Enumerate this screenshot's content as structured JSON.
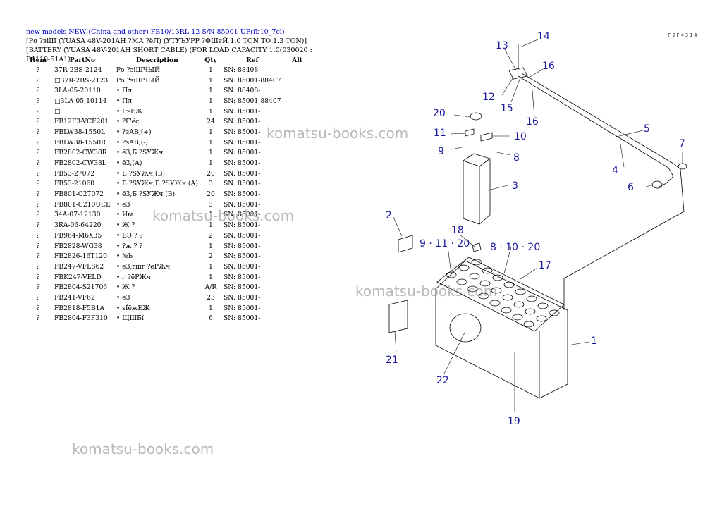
{
  "breadcrumb": {
    "link1": "new models",
    "link2": "NEW (China and other)",
    "link3": "FB10/13RL-12 S/N 85001-UP(fb10_7cl)"
  },
  "title": "[Ро ?зіШ (YUASA 48V-201AH ?МА ?ёЛ) (УТУЪУРР ?ФШєЙ 1.0 TON TO 1.3 TON)][BATTERY (YUASA 48V-201AH SHORT CABLE) (FOR LOAD CAPACITY 1.0(030020 : E4110-51A1)",
  "columns": [
    "Item",
    "PartNo",
    "Description",
    "Qty",
    "Ref",
    "Alt"
  ],
  "rows": [
    {
      "item": "?",
      "part": "37R-2BS-2124",
      "desc": "Ро ?зіШЧЫЙ",
      "qty": "1",
      "ref": "SN: 88408-",
      "alt": ""
    },
    {
      "item": "?",
      "part": "□37R-2BS-2123",
      "desc": "Ро ?зіШЧЫЙ",
      "qty": "1",
      "ref": "SN: 85001-88407",
      "alt": ""
    },
    {
      "item": "?",
      "part": "3LA-05-20110",
      "desc": "• Пл",
      "qty": "1",
      "ref": "SN: 88408-",
      "alt": ""
    },
    {
      "item": "?",
      "part": "□3LA-05-10114",
      "desc": "• Пл",
      "qty": "1",
      "ref": "SN: 85001-88407",
      "alt": ""
    },
    {
      "item": "?",
      "part": "□",
      "desc": "• ГъЕЖ",
      "qty": "1",
      "ref": "SN: 85001-",
      "alt": ""
    },
    {
      "item": "?",
      "part": "FB12F3-VCF201",
      "desc": "• ?Г'ёс",
      "qty": "24",
      "ref": "SN: 85001-",
      "alt": ""
    },
    {
      "item": "?",
      "part": "FBLW38-1550L",
      "desc": "• ?зАВ,(+)",
      "qty": "1",
      "ref": "SN: 85001-",
      "alt": ""
    },
    {
      "item": "?",
      "part": "FBLW38-1550R",
      "desc": "• ?зАВ,(-)",
      "qty": "1",
      "ref": "SN: 85001-",
      "alt": ""
    },
    {
      "item": "?",
      "part": "FB2802-CW38R",
      "desc": "• ё3,Б ?SУЖч",
      "qty": "1",
      "ref": "SN: 85001-",
      "alt": ""
    },
    {
      "item": "?",
      "part": "FB2802-CW38L",
      "desc": "• ё3,(А)",
      "qty": "1",
      "ref": "SN: 85001-",
      "alt": ""
    },
    {
      "item": "?",
      "part": "FB53-27072",
      "desc": "• Б ?SУЖч,(В)",
      "qty": "20",
      "ref": "SN: 85001-",
      "alt": ""
    },
    {
      "item": "?",
      "part": "FB53-21060",
      "desc": "• Б ?SУЖч,Б ?SУЖч (А)",
      "qty": "3",
      "ref": "SN: 85001-",
      "alt": ""
    },
    {
      "item": "?",
      "part": "FB801-C27072",
      "desc": "• ё3,Б ?SУЖч (В)",
      "qty": "20",
      "ref": "SN: 85001-",
      "alt": ""
    },
    {
      "item": "?",
      "part": "FB801-C210UCE",
      "desc": "• ё3",
      "qty": "3",
      "ref": "SN: 85001-",
      "alt": ""
    },
    {
      "item": "?",
      "part": "34A-07-12130",
      "desc": "• Иы",
      "qty": "1",
      "ref": "SN: 85001-",
      "alt": ""
    },
    {
      "item": "?",
      "part": "3RA-06-64220",
      "desc": "• Ж ?",
      "qty": "1",
      "ref": "SN: 85001-",
      "alt": ""
    },
    {
      "item": "?",
      "part": "FB964-M6X35",
      "desc": "• ВЭ ? ?",
      "qty": "2",
      "ref": "SN: 85001-",
      "alt": ""
    },
    {
      "item": "?",
      "part": "FB2828-WG38",
      "desc": "• ?ж ? ?",
      "qty": "1",
      "ref": "SN: 85001-",
      "alt": ""
    },
    {
      "item": "?",
      "part": "FB2826-16T120",
      "desc": "• №Ь",
      "qty": "2",
      "ref": "SN: 85001-",
      "alt": ""
    },
    {
      "item": "?",
      "part": "FB247-VFLS62",
      "desc": "• ё3,гшг ?ёРЖч",
      "qty": "1",
      "ref": "SN: 85001-",
      "alt": ""
    },
    {
      "item": "?",
      "part": "FBK247-VELD",
      "desc": "• г ?ёРЖч",
      "qty": "1",
      "ref": "SN: 85001-",
      "alt": ""
    },
    {
      "item": "?",
      "part": "FB2804-S21706",
      "desc": "• Ж ?",
      "qty": "A/R",
      "ref": "SN: 85001-",
      "alt": ""
    },
    {
      "item": "?",
      "part": "FB241-VF62",
      "desc": "• ё3",
      "qty": "23",
      "ref": "SN: 85001-",
      "alt": ""
    },
    {
      "item": "?",
      "part": "FB2818-F5B1A",
      "desc": "• sЇёжЕЖ",
      "qty": "1",
      "ref": "SN: 85001-",
      "alt": ""
    },
    {
      "item": "?",
      "part": "FB2804-F3F310",
      "desc": "• ЩШБї",
      "qty": "6",
      "ref": "SN: 85001-",
      "alt": ""
    }
  ],
  "watermark": "komatsu-books.com",
  "diagram_code": "FJF4314",
  "callouts": [
    "14",
    "13",
    "16",
    "12",
    "15",
    "16",
    "5",
    "20",
    "11",
    "10",
    "9",
    "8",
    "7",
    "4",
    "6",
    "3",
    "2",
    "18",
    "9 · 11 · 20",
    "8 · 10 · 20",
    "17",
    "1",
    "21",
    "22",
    "19"
  ],
  "colors": {
    "callout": "#1a1aa0",
    "link": "#0000cc",
    "watermark": "#b9b9b9"
  }
}
